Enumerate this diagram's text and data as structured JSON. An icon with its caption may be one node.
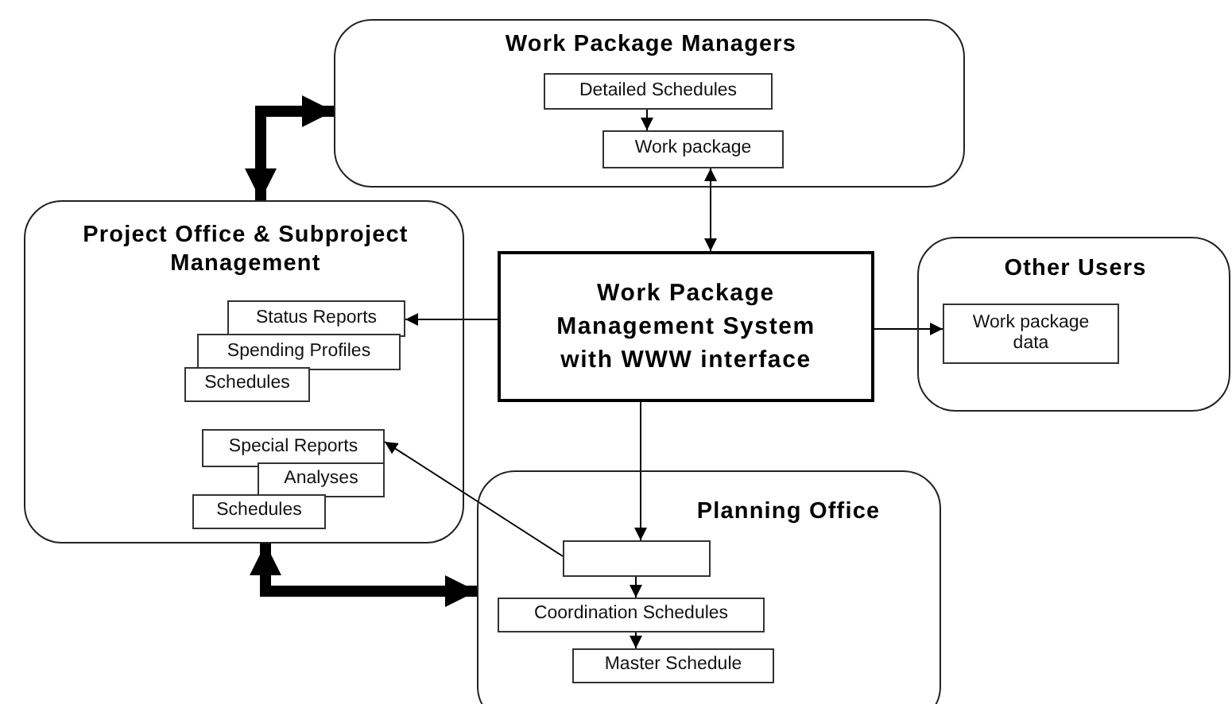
{
  "diagram": {
    "nodes": [
      {
        "text": [
          "Work Package Managers"
        ]
      },
      {
        "text": [
          "Detailed Schedules"
        ],
        "in": 0
      },
      {
        "text": [
          "Work package"
        ],
        "in": 0
      },
      {
        "text": [
          "Project Office & Subproject Management"
        ]
      },
      {
        "text": [
          "Status Reports"
        ],
        "in": 3
      },
      {
        "text": [
          "Spending Profiles"
        ],
        "in": 3
      },
      {
        "text": [
          "Schedules"
        ],
        "in": 3
      },
      {
        "text": [
          "Special Reports"
        ],
        "in": 3
      },
      {
        "text": [
          "Analyses"
        ],
        "in": 3
      },
      {
        "text": [
          "Schedules"
        ],
        "in": 3
      },
      {
        "text": [
          "Work Package Management System with WWW interface"
        ]
      },
      {
        "text": [
          "Other Users"
        ]
      },
      {
        "text": [
          "Work package data"
        ],
        "in": 11
      },
      {
        "text": [
          "Planning Office"
        ]
      },
      {
        "text": [],
        "shape": "box",
        "in": 13
      },
      {
        "text": [
          "Coordination Schedules"
        ],
        "in": 13
      },
      {
        "text": [
          "Master Schedule"
        ],
        "in": 13
      }
    ],
    "edges": [
      {
        "from": 1,
        "to": 2,
        "arrow": "to"
      },
      {
        "from": 2,
        "to": 10,
        "arrow": "both"
      },
      {
        "from": 10,
        "to": 4,
        "arrow": "to"
      },
      {
        "from": 10,
        "to": 12,
        "arrow": "to"
      },
      {
        "from": 10,
        "to": 14,
        "arrow": "to"
      },
      {
        "from": 14,
        "to": 7,
        "arrow": "to"
      },
      {
        "from": 14,
        "to": 15,
        "arrow": "to"
      },
      {
        "from": 15,
        "to": 16,
        "arrow": "to"
      },
      {
        "from": 3,
        "to": 0,
        "arrow": "both",
        "style": "thick"
      },
      {
        "from": 3,
        "to": 13,
        "arrow": "both",
        "style": "thick"
      }
    ]
  }
}
